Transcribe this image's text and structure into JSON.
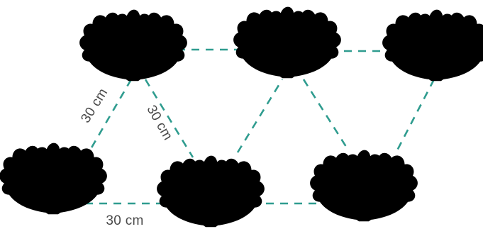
{
  "labels": {
    "left_diagonal": "30 cm",
    "middle_diagonal": "30 cm",
    "bottom_horizontal": "30 cm"
  },
  "colors": {
    "plant_outline": "#1f8a7d",
    "spacing_line": "#2f9c8f",
    "label_text": "#4a4a4a"
  },
  "plants": [
    {
      "row": "top",
      "position": 1
    },
    {
      "row": "top",
      "position": 2
    },
    {
      "row": "top",
      "position": 3
    },
    {
      "row": "bottom",
      "position": 1
    },
    {
      "row": "bottom",
      "position": 2
    },
    {
      "row": "bottom",
      "position": 3
    }
  ],
  "icon": "lettuce-plant-icon"
}
